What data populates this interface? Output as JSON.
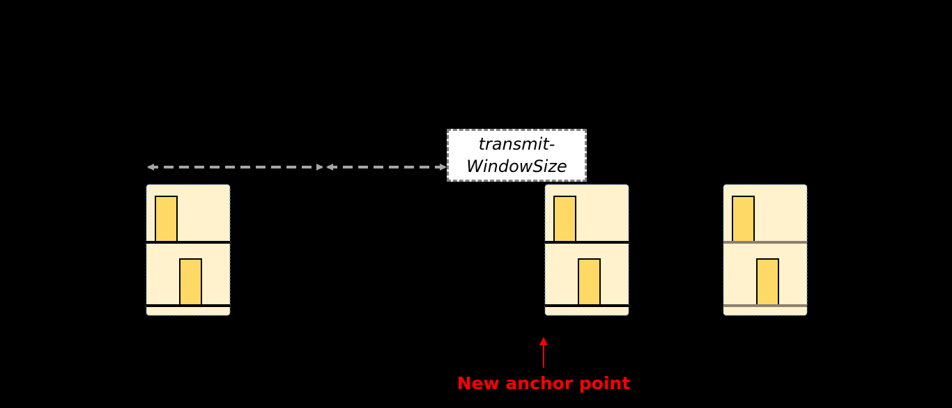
{
  "window_size_label": {
    "line1": "transmit-",
    "line2": "WindowSize"
  },
  "anchor_label": "New anchor point",
  "colors": {
    "background": "#000000",
    "card_fill": "#fff2cc",
    "card_border": "#5b9bd5",
    "slot_fill": "#ffd966",
    "shelf_dark": "#000000",
    "shelf_muted": "#8c8070",
    "arrow_gray": "#a6a6a6",
    "accent_red": "#ff0000"
  }
}
